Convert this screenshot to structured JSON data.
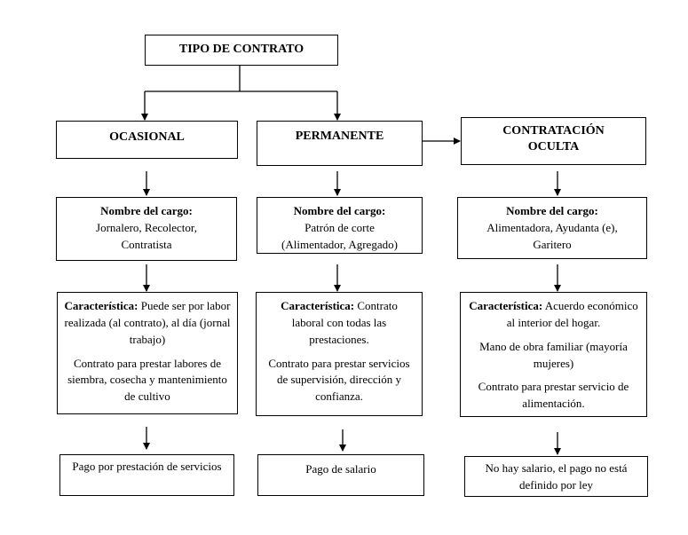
{
  "root": {
    "title": "TIPO DE CONTRATO"
  },
  "columns": [
    {
      "header": "OCASIONAL",
      "cargo_label": "Nombre del cargo:",
      "cargo_lines": [
        "Jornalero, Recolector,",
        "Contratista"
      ],
      "car_label": "Característica:",
      "car_first": " Puede ser por labor realizada (al contrato), al día (jornal trabajo)",
      "car_paras": [
        "Contrato para prestar labores de siembra, cosecha y mantenimiento de cultivo"
      ],
      "pago": "Pago por prestación de servicios"
    },
    {
      "header": "PERMANENTE",
      "cargo_label": "Nombre del cargo:",
      "cargo_lines": [
        "Patrón de corte",
        "(Alimentador, Agregado)"
      ],
      "car_label": "Característica:",
      "car_first": " Contrato laboral con todas las prestaciones.",
      "car_paras": [
        "Contrato para prestar servicios de supervisión, dirección y confianza."
      ],
      "pago": "Pago de salario"
    },
    {
      "header": "CONTRATACIÓN OCULTA",
      "cargo_label": "Nombre del cargo:",
      "cargo_lines": [
        "Alimentadora, Ayudanta (e),",
        "Garitero"
      ],
      "car_label": "Característica:",
      "car_first": " Acuerdo económico al interior del hogar.",
      "car_paras": [
        "Mano de obra familiar (mayoría mujeres)",
        "Contrato para prestar servicio de alimentación."
      ],
      "pago": "No hay salario, el pago no está definido por ley"
    }
  ]
}
